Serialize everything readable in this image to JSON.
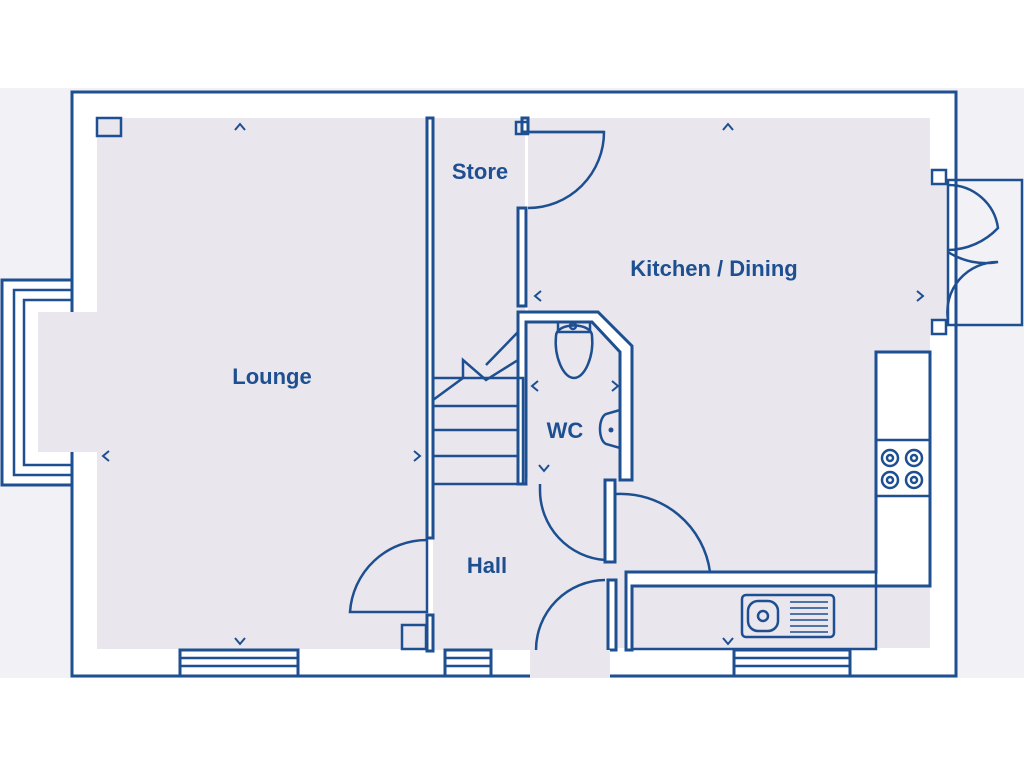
{
  "rooms": {
    "lounge": "Lounge",
    "store": "Store",
    "kitchen_dining": "Kitchen / Dining",
    "wc": "WC",
    "hall": "Hall"
  },
  "colors": {
    "wall": "#1d4f91",
    "floor": "#e9e7ed",
    "background": "#ffffff",
    "band": "#f2f1f5"
  }
}
